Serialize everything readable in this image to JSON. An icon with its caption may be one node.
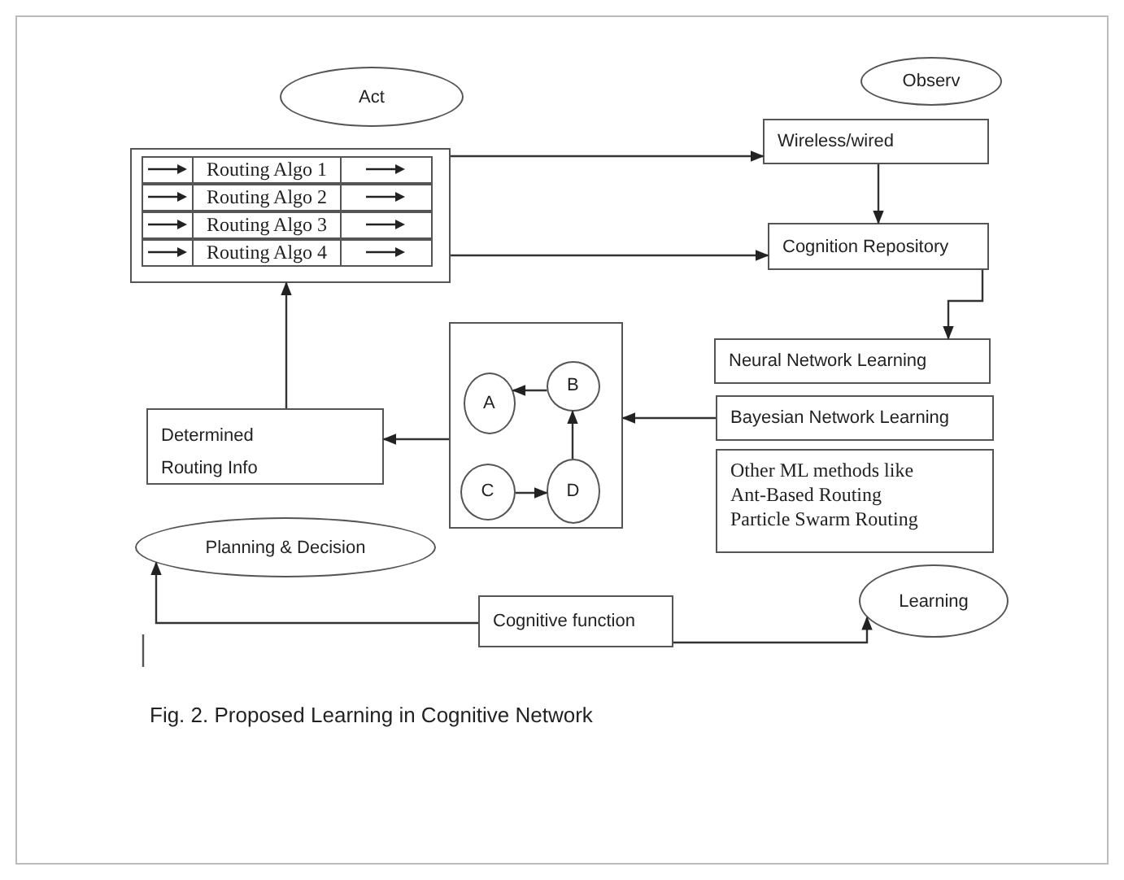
{
  "diagram": {
    "caption": "Fig. 2. Proposed Learning in Cognitive Network",
    "nodes": [
      {
        "text": [
          "Act"
        ]
      },
      {
        "text": [],
        "shape": "box"
      },
      {
        "text": [
          "Routing Algo 1"
        ],
        "in": 1
      },
      {
        "text": [
          "Routing Algo 2"
        ],
        "in": 1
      },
      {
        "text": [
          "Routing Algo 3"
        ],
        "in": 1
      },
      {
        "text": [
          "Routing Algo 4"
        ],
        "in": 1
      },
      {
        "text": [
          "Observ"
        ]
      },
      {
        "text": [
          "Wireless/wired"
        ]
      },
      {
        "text": [
          "Cognition Repository"
        ]
      },
      {
        "text": [
          "Neural Network Learning"
        ]
      },
      {
        "text": [
          "Bayesian Network Learning"
        ]
      },
      {
        "text": [
          "Other ML methods like Ant-Based Routing Particle Swarm Routing"
        ]
      },
      {
        "text": [],
        "shape": "box"
      },
      {
        "text": [
          "A"
        ],
        "in": 12
      },
      {
        "text": [
          "B"
        ],
        "in": 12
      },
      {
        "text": [
          "C"
        ],
        "in": 12
      },
      {
        "text": [
          "D"
        ],
        "in": 12
      },
      {
        "text": [
          "Determined Routing Info"
        ]
      },
      {
        "text": [
          "Planning & Decision"
        ]
      },
      {
        "text": [
          "Cognitive function"
        ]
      },
      {
        "text": [
          "Learning"
        ]
      }
    ],
    "edges": [
      {
        "from": 1,
        "to": 7,
        "arrow": "to"
      },
      {
        "from": 1,
        "to": 8,
        "arrow": "to"
      },
      {
        "from": 7,
        "to": 8,
        "arrow": "to"
      },
      {
        "from": 8,
        "to": 9,
        "arrow": "to"
      },
      {
        "from": 10,
        "to": 12,
        "arrow": "to"
      },
      {
        "from": 12,
        "to": 17,
        "arrow": "to"
      },
      {
        "from": 17,
        "to": 1,
        "arrow": "to"
      },
      {
        "from": 14,
        "to": 13,
        "arrow": "to"
      },
      {
        "from": 15,
        "to": 16,
        "arrow": "to"
      },
      {
        "from": 16,
        "to": 14,
        "arrow": "to"
      },
      {
        "from": 19,
        "to": 18,
        "arrow": "to"
      },
      {
        "from": 19,
        "to": 20,
        "arrow": "to"
      }
    ]
  }
}
